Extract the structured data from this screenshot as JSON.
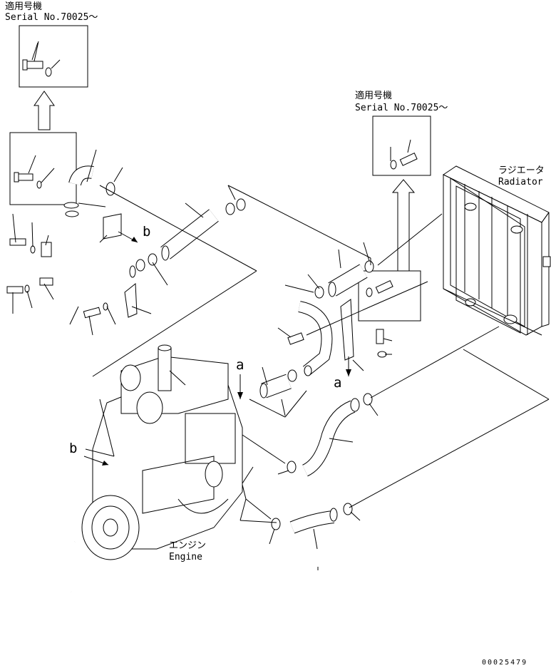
{
  "notes": {
    "top_left": {
      "line1": "適用号機",
      "line2": "Serial No.70025～"
    },
    "top_right": {
      "line1": "適用号機",
      "line2": "Serial No.70025～"
    }
  },
  "components": {
    "radiator": {
      "jp": "ラジエータ",
      "en": "Radiator"
    },
    "engine": {
      "jp": "エンジン",
      "en": "Engine"
    }
  },
  "view_marks": {
    "a": "a",
    "b": "b"
  },
  "drawing_number": "00025479"
}
